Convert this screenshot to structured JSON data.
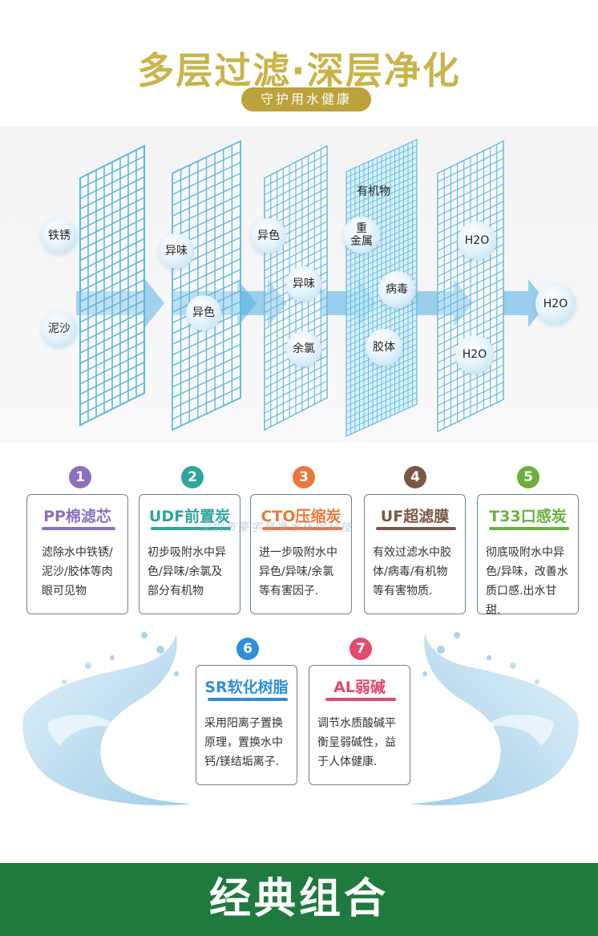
{
  "header": {
    "title": "多层过滤·深层净化",
    "subtitle": "守护用水健康"
  },
  "diagram": {
    "labels": {
      "rust": "铁锈",
      "sand": "泥沙",
      "odor1": "异味",
      "color1": "异色",
      "color2": "异色",
      "odor2": "异味",
      "chlorine": "余氯",
      "organic": "有机物",
      "heavy_metal": "重\n金属",
      "virus": "病毒",
      "colloid": "胶体",
      "h2o_top": "H2O",
      "h2o_bottom": "H2O",
      "h2o_out": "H2O"
    }
  },
  "colors": {
    "title": "#c9b44a",
    "pill": "#bba23a",
    "footer": "#1f7a3e",
    "grid": "#5fb8dc",
    "arrow": "#5cb3e6"
  },
  "filters": [
    {
      "number": "1",
      "title": "PP棉滤芯",
      "desc": "滤除水中铁锈/泥沙/胶体等肉眼可见物",
      "color": "#8a6fc0"
    },
    {
      "number": "2",
      "title": "UDF前置炭",
      "desc": "初步吸附水中异色/异味/余氯及部分有机物",
      "color": "#2fa59c"
    },
    {
      "number": "3",
      "title": "CTO压缩炭",
      "desc": "进一步吸附水中异色/异味/余氯等有害因子.",
      "color": "#e8793a"
    },
    {
      "number": "4",
      "title": "UF超滤膜",
      "desc": "有效过滤水中胶体/病毒/有机物等有害物质.",
      "color": "#7b5744"
    },
    {
      "number": "5",
      "title": "T33口感炭",
      "desc": "彻底吸附水中异色/异味，改善水质口感.出水甘甜.",
      "color": "#6daf3e"
    },
    {
      "number": "6",
      "title": "SR软化树脂",
      "desc": "采用阳离子置换原理，置换水中钙/镁结垢离子.",
      "color": "#2f8fd6"
    },
    {
      "number": "7",
      "title": "AL弱碱",
      "desc": "调节水质酸碱平衡呈弱碱性，益于人体健康.",
      "color": "#e24a6e"
    }
  ],
  "watermark": "深圳市豪宇星净水环保科技",
  "footer": {
    "label": "经典组合"
  }
}
